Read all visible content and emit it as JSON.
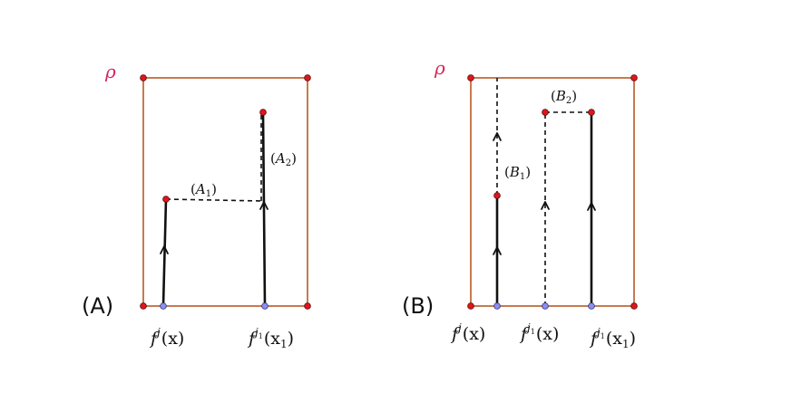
{
  "panels": {
    "A": {
      "label": "(A)",
      "rho": "ρ",
      "path_label_1": {
        "open": "(",
        "letter": "A",
        "sub": "1",
        "close": ")"
      },
      "path_label_2": {
        "open": "(",
        "letter": "A",
        "sub": "2",
        "close": ")"
      },
      "axis_label_1": {
        "f": "f",
        "sup": "j",
        "arg": "(x)"
      },
      "axis_label_2": {
        "f": "f",
        "sup": "j",
        "supsub": "1",
        "arg_open": "(x",
        "arg_sub": "1",
        "arg_close": ")"
      }
    },
    "B": {
      "label": "(B)",
      "rho": "ρ",
      "path_label_1": {
        "open": "(",
        "letter": "B",
        "sub": "1",
        "close": ")"
      },
      "path_label_2": {
        "open": "(",
        "letter": "B",
        "sub": "2",
        "close": ")"
      },
      "axis_label_1": {
        "f": "f",
        "sup": "j",
        "arg": "(x)"
      },
      "axis_label_2": {
        "f": "f",
        "sup": "j",
        "supsub": "1",
        "arg": "(x)"
      },
      "axis_label_3": {
        "f": "f",
        "sup": "j",
        "supsub": "1",
        "arg_open": "(x",
        "arg_sub": "1",
        "arg_close": ")"
      }
    }
  },
  "colors": {
    "box_stroke": "#b85a26",
    "rho": "#d6245a",
    "point_red": "#e0161c",
    "point_blue": "#8a8ff0",
    "line": "#111111"
  }
}
